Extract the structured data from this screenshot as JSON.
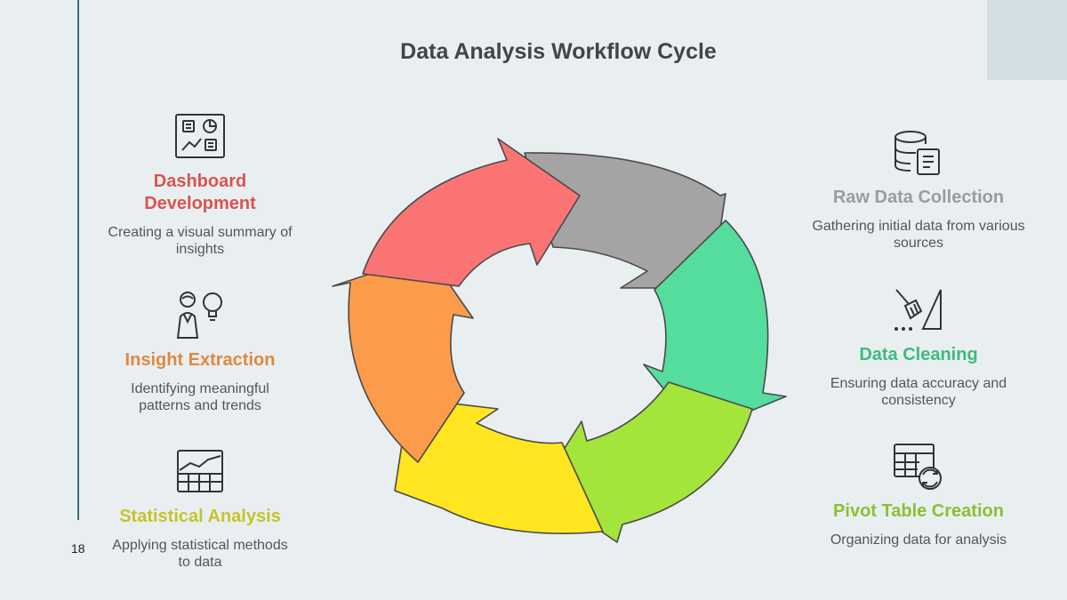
{
  "title": "Data Analysis Workflow Cycle",
  "page_number": "18",
  "steps": [
    {
      "heading": "Raw Data Collection",
      "description": "Gathering initial data from various sources",
      "color": "#9b9b9b",
      "icon": "database-document-icon"
    },
    {
      "heading": "Data Cleaning",
      "description": "Ensuring data accuracy and consistency",
      "color": "#3dbb7e",
      "icon": "broom-icon"
    },
    {
      "heading": "Pivot Table Creation",
      "description": "Organizing data for analysis",
      "color": "#8cbf34",
      "icon": "table-refresh-icon"
    },
    {
      "heading": "Statistical Analysis",
      "description": "Applying statistical methods to data",
      "color": "#c7c32a",
      "icon": "chart-grid-icon"
    },
    {
      "heading": "Insight Extraction",
      "description": "Identifying meaningful patterns and trends",
      "color": "#e0883f",
      "icon": "person-lightbulb-icon"
    },
    {
      "heading": "Dashboard Development",
      "description": "Creating a visual summary of insights",
      "color": "#d9534f",
      "icon": "dashboard-icon"
    }
  ],
  "cycle_colors": {
    "gray": "#a4a4a4",
    "green": "#55dd9d",
    "lime": "#a4e53b",
    "yellow": "#ffe620",
    "orange": "#fc9c4a",
    "red": "#fb7474"
  }
}
